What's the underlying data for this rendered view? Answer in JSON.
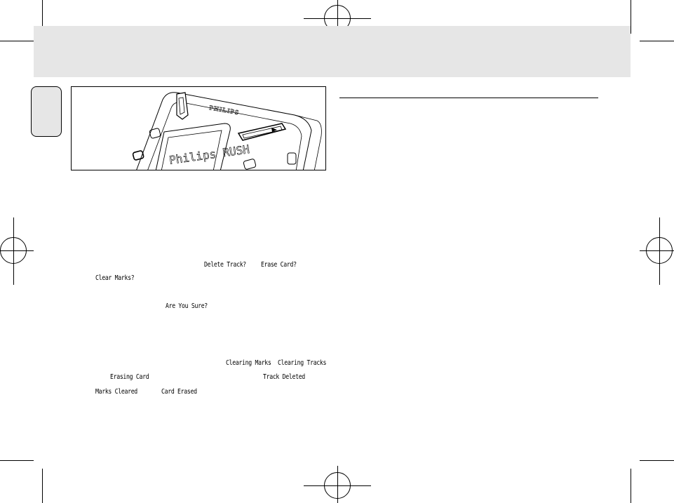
{
  "figure": {
    "brand": "PHILIPS",
    "screen_text": "Philips RUSH"
  },
  "messages": {
    "delete_track": "Delete Track?",
    "erase_card": "Erase Card?",
    "clear_marks": "Clear Marks?",
    "are_you_sure": "Are You Sure?",
    "clearing_marks": "Clearing Marks",
    "clearing_tracks": "Clearing Tracks",
    "erasing_card": "Erasing Card",
    "track_deleted": "Track Deleted",
    "marks_cleared": "Marks Cleared",
    "card_erased": "Card Erased"
  },
  "colors": {
    "header_band": "#e6e6e6",
    "tab": "#e6e6e6",
    "ink": "#000000"
  }
}
